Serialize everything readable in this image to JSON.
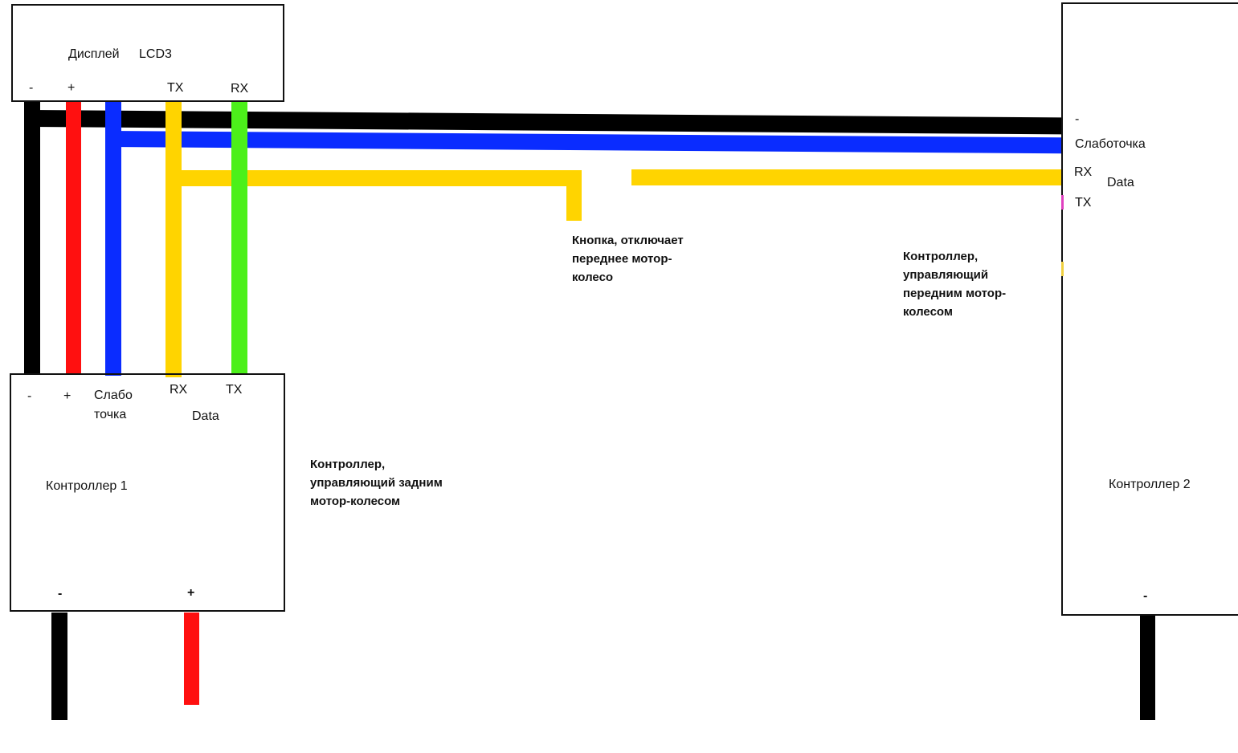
{
  "colors": {
    "ground": "#000000",
    "plus": "#ff1010",
    "signal": "#0a2cff",
    "data": "#ffd400",
    "rx": "#4cf01a"
  },
  "display": {
    "title": "Дисплей",
    "model": "LCD3",
    "pins": {
      "minus": "-",
      "plus": "+",
      "tx": "TX",
      "rx": "RX"
    }
  },
  "controller1": {
    "title": "Контроллер 1",
    "pins": {
      "minus": "-",
      "plus": "+",
      "signal_line1": "Слабо",
      "signal_line2": "точка",
      "rx": "RX",
      "tx": "TX",
      "data": "Data"
    },
    "power": {
      "minus": "-",
      "plus": "+"
    },
    "note": [
      "Контроллер,",
      "управляющий задним",
      "мотор-колесом"
    ]
  },
  "controller2": {
    "title": "Контроллер 2",
    "pins": {
      "minus": "-",
      "signal": "Слаботочка",
      "rx": "RX",
      "tx": "TX",
      "data": "Data"
    },
    "power": {
      "minus": "-"
    },
    "note": [
      "Контроллер,",
      "управляющий",
      "передним мотор-",
      "колесом"
    ]
  },
  "button_note": [
    "Кнопка, отключает",
    "переднее мотор-",
    "колесо"
  ]
}
